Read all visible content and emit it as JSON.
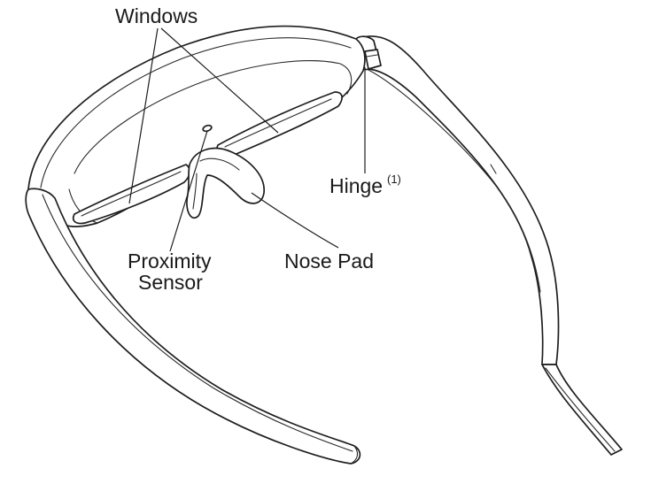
{
  "labels": {
    "windows": "Windows",
    "hinge": "Hinge",
    "hinge_note": "(1)",
    "proximity_line1": "Proximity",
    "proximity_line2": "Sensor",
    "nose_pad": "Nose Pad"
  },
  "colors": {
    "line": "#1e1e1e",
    "background": "#ffffff"
  }
}
